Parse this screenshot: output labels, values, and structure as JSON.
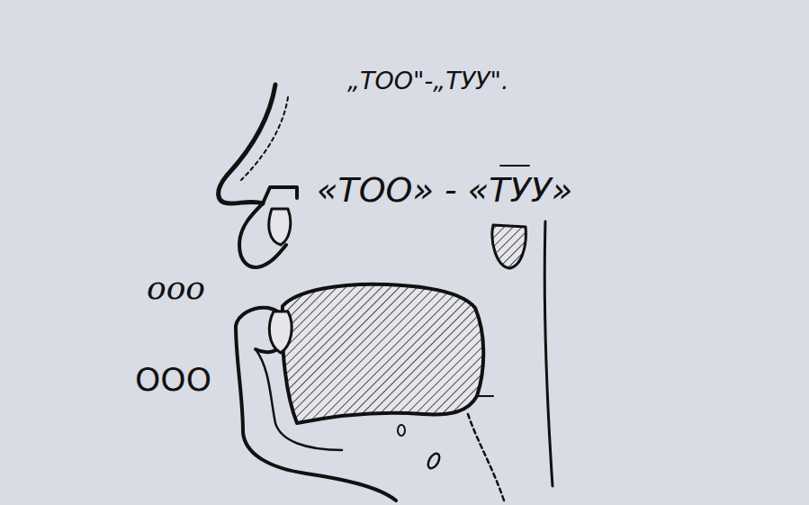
{
  "diagram": {
    "labels": [
      "„ТОО\"-„ТУУ\".",
      "«ТОО» - «ТУУ»",
      "ооо",
      "ООО"
    ]
  }
}
